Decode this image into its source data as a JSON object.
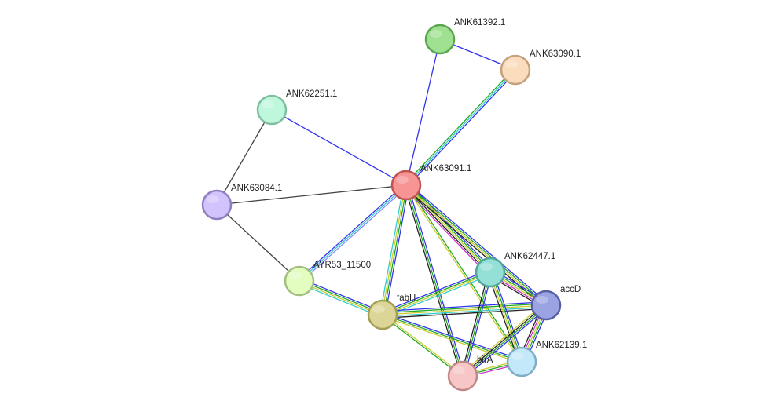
{
  "nodes": [
    {
      "id": "ANK61392",
      "label": "ANK61392.1",
      "fill": "#a0e091",
      "stroke": "#5aa650"
    },
    {
      "id": "ANK63090",
      "label": "ANK63090.1",
      "fill": "#fbdcbd",
      "stroke": "#c4a07e"
    },
    {
      "id": "ANK62251",
      "label": "ANK62251.1",
      "fill": "#bff7dd",
      "stroke": "#7fbf9f"
    },
    {
      "id": "ANK63091",
      "label": "ANK63091.1",
      "fill": "#f79494",
      "stroke": "#c15252"
    },
    {
      "id": "ANK63084",
      "label": "ANK63084.1",
      "fill": "#d3c3fc",
      "stroke": "#8f7fbf"
    },
    {
      "id": "AYR53",
      "label": "AYR53_11500",
      "fill": "#e3fcc0",
      "stroke": "#a3bf80"
    },
    {
      "id": "ANK62447",
      "label": "ANK62447.1",
      "fill": "#94e0d6",
      "stroke": "#52a699"
    },
    {
      "id": "fabH",
      "label": "fabH",
      "fill": "#dbd697",
      "stroke": "#a39f55"
    },
    {
      "id": "accD",
      "label": "accD",
      "fill": "#9ba3e3",
      "stroke": "#5660a3"
    },
    {
      "id": "ANK62139",
      "label": "ANK62139.1",
      "fill": "#c3e8fa",
      "stroke": "#7fadc4"
    },
    {
      "id": "birA",
      "label": "birA",
      "fill": "#f7c6c6",
      "stroke": "#c18787"
    }
  ],
  "edges": [
    {
      "from": "ANK61392",
      "to": "ANK63091",
      "colors": [
        "#3333ee"
      ]
    },
    {
      "from": "ANK61392",
      "to": "ANK63090",
      "colors": [
        "#3333ee"
      ]
    },
    {
      "from": "ANK63090",
      "to": "ANK63091",
      "colors": [
        "#3333ee",
        "#33cccc",
        "#22aa22"
      ]
    },
    {
      "from": "ANK62251",
      "to": "ANK63091",
      "colors": [
        "#3333ee"
      ]
    },
    {
      "from": "ANK62251",
      "to": "ANK63084",
      "colors": [
        "#444444"
      ]
    },
    {
      "from": "ANK63084",
      "to": "ANK63091",
      "colors": [
        "#444444"
      ]
    },
    {
      "from": "ANK63084",
      "to": "AYR53",
      "colors": [
        "#444444"
      ]
    },
    {
      "from": "AYR53",
      "to": "ANK63091",
      "colors": [
        "#3333ee",
        "#33cccc",
        "#8888ff"
      ]
    },
    {
      "from": "AYR53",
      "to": "fabH",
      "colors": [
        "#3333ee",
        "#22aa22",
        "#cccc33",
        "#33cccc"
      ]
    },
    {
      "from": "ANK63091",
      "to": "fabH",
      "colors": [
        "#3333ee",
        "#22aa22",
        "#cccc33",
        "#33cccc"
      ]
    },
    {
      "from": "ANK63091",
      "to": "ANK62447",
      "colors": [
        "#3333ee",
        "#22aa22",
        "#cccc33",
        "#222222",
        "#cc33cc"
      ]
    },
    {
      "from": "ANK63091",
      "to": "accD",
      "colors": [
        "#3333ee",
        "#22aa22",
        "#cccc33",
        "#222222"
      ]
    },
    {
      "from": "ANK63091",
      "to": "ANK62139",
      "colors": [
        "#22aa22",
        "#cccc33"
      ]
    },
    {
      "from": "ANK63091",
      "to": "birA",
      "colors": [
        "#3333ee",
        "#22aa22",
        "#222222"
      ]
    },
    {
      "from": "fabH",
      "to": "ANK62447",
      "colors": [
        "#3333ee",
        "#22aa22",
        "#cccc33",
        "#33cccc"
      ]
    },
    {
      "from": "fabH",
      "to": "accD",
      "colors": [
        "#3333ee",
        "#22aa22",
        "#cccc33",
        "#33cccc",
        "#222222"
      ]
    },
    {
      "from": "fabH",
      "to": "ANK62139",
      "colors": [
        "#3333ee",
        "#22aa22",
        "#cccc33"
      ]
    },
    {
      "from": "fabH",
      "to": "birA",
      "colors": [
        "#cccc33",
        "#22aa22"
      ]
    },
    {
      "from": "ANK62447",
      "to": "accD",
      "colors": [
        "#3333ee",
        "#22aa22",
        "#cccc33",
        "#cc33cc",
        "#222222"
      ]
    },
    {
      "from": "ANK62447",
      "to": "ANK62139",
      "colors": [
        "#3333ee",
        "#22aa22",
        "#cccc33",
        "#222222"
      ]
    },
    {
      "from": "ANK62447",
      "to": "birA",
      "colors": [
        "#3333ee",
        "#22aa22",
        "#222222"
      ]
    },
    {
      "from": "accD",
      "to": "ANK62139",
      "colors": [
        "#3333ee",
        "#22aa22",
        "#cccc33",
        "#cc33cc",
        "#222222"
      ]
    },
    {
      "from": "accD",
      "to": "birA",
      "colors": [
        "#3333ee",
        "#22aa22",
        "#222222",
        "#cccc33"
      ]
    },
    {
      "from": "ANK62139",
      "to": "birA",
      "colors": [
        "#cc33cc",
        "#22aa22",
        "#cccc33"
      ]
    }
  ]
}
